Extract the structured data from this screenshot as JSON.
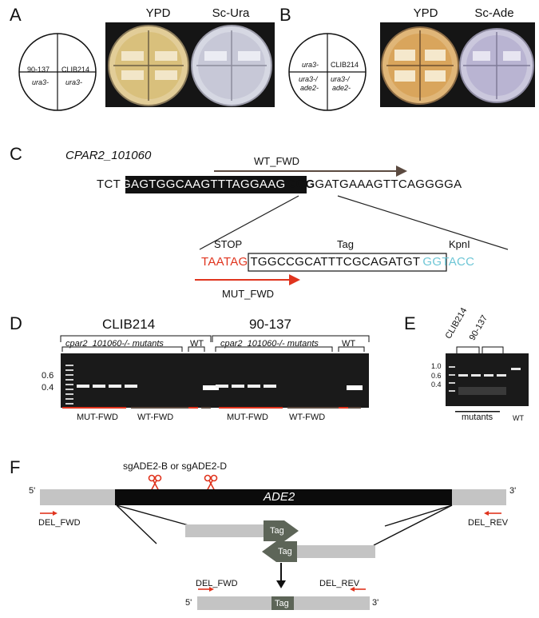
{
  "panels": {
    "A": {
      "letter": "A",
      "quadrants": {
        "top_left": "90-137",
        "top_right": "CLIB214",
        "bottom_left": "ura3-",
        "bottom_right": "ura3-"
      },
      "plate_labels": [
        "YPD",
        "Sc-Ura"
      ]
    },
    "B": {
      "letter": "B",
      "quadrants": {
        "top_left": "ura3-",
        "top_right": "CLIB214",
        "bottom_left_l1": "ura3-/",
        "bottom_left_l2": "ade2-",
        "bottom_right_l1": "ura3-/",
        "bottom_right_l2": "ade2-"
      },
      "plate_labels": [
        "YPD",
        "Sc-Ade"
      ]
    },
    "C": {
      "letter": "C",
      "gene": "CPAR2_101060",
      "wt_primer": "WT_FWD",
      "seq_prefix": "TCT",
      "seq_highlight": "GAGTGGCAAGTTTAGGAAG",
      "seq_bold": "GGG",
      "seq_suffix": "GATGAAAGTTCAGGGGA",
      "stop_label": "STOP",
      "tag_label": "Tag",
      "kpn_label": "KpnI",
      "stop_seq": "TAATAG",
      "tag_seq": "TGGCCGCATTTCGCAGATGT",
      "kpn_seq": "GGTACC",
      "mut_primer": "MUT_FWD"
    },
    "D": {
      "letter": "D",
      "group1": "CLIB214",
      "group2": "90-137",
      "mutants_label": "cpar2_101060-/- mutants",
      "wt_label": "WT",
      "ladder_top": "0.6",
      "ladder_bottom": "0.4",
      "primer_mut": "MUT-FWD",
      "primer_wt": "WT-FWD"
    },
    "E": {
      "letter": "E",
      "lane_label_1": "CLIB214",
      "lane_label_2": "90-137",
      "ladder": [
        "1.0",
        "0.6",
        "0.4"
      ],
      "mutants_label": "mutants",
      "wt_label": "WT"
    },
    "F": {
      "letter": "F",
      "sg_label": "sgADE2-B   or   sgADE2-D",
      "gene": "ADE2",
      "five_prime": "5'",
      "three_prime": "3'",
      "del_fwd": "DEL_FWD",
      "del_rev": "DEL_REV",
      "tag": "Tag"
    }
  },
  "colors": {
    "red": "#e0341e",
    "cyan": "#6ec6d6",
    "brown": "#5b4a40",
    "tag_grey": "#5d6558"
  }
}
